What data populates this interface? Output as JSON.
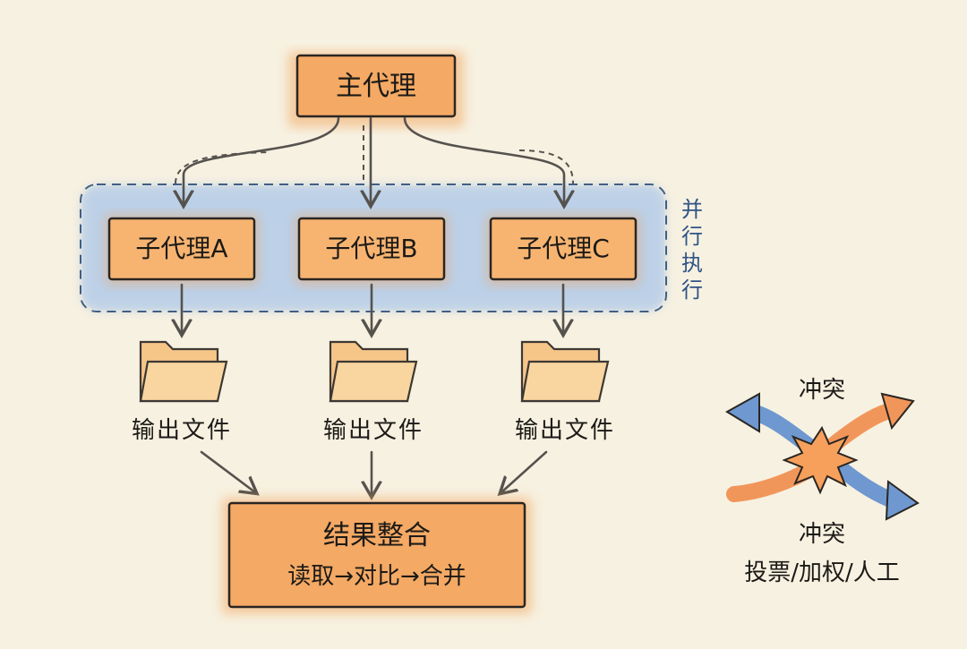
{
  "main_agent": {
    "label": "主代理"
  },
  "parallel": {
    "label_lines": [
      "并",
      "行",
      "执",
      "行"
    ]
  },
  "sub_agents": [
    {
      "label": "子代理A"
    },
    {
      "label": "子代理B"
    },
    {
      "label": "子代理C"
    }
  ],
  "outputs": [
    {
      "label": "输出文件"
    },
    {
      "label": "输出文件"
    },
    {
      "label": "输出文件"
    }
  ],
  "merge": {
    "title": "结果整合",
    "steps": "读取→对比→合并"
  },
  "conflict": {
    "top_label": "冲突",
    "bottom_label": "冲突",
    "resolution": "投票/加权/人工"
  },
  "colors": {
    "background": "#f7f1e1",
    "box_orange": "#f4a964",
    "parallel_blue": "#7fa6d8",
    "arrow_gray": "#55524e"
  }
}
